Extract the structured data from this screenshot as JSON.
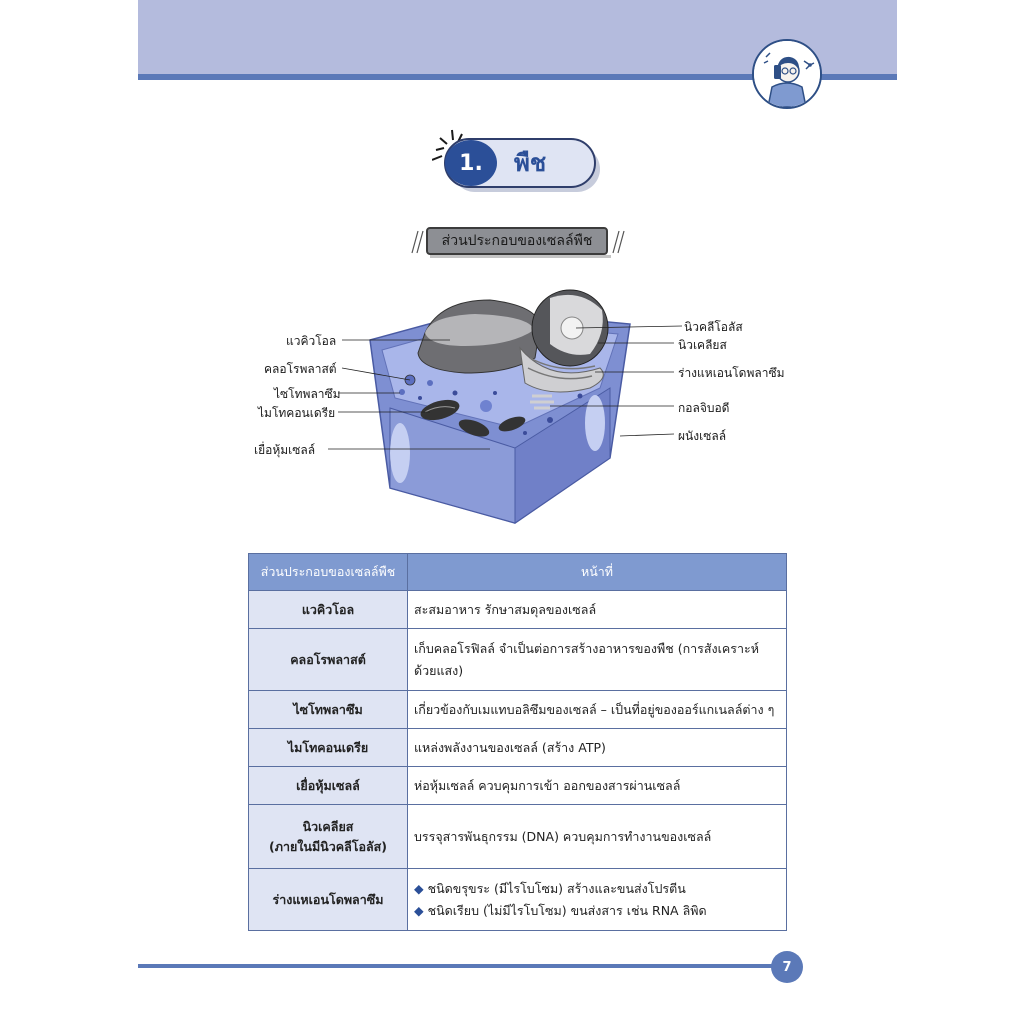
{
  "section": {
    "number": "1.",
    "title": "พืช"
  },
  "subtitle": "ส่วนประกอบของเซลล์พืช",
  "diagram_labels": {
    "vacuole": "แวคิวโอล",
    "chloroplast": "คลอโรพลาสต์",
    "cytoplasm": "ไซโทพลาซึม",
    "mitochondria": "ไมโทคอนเดรีย",
    "cell_membrane": "เยื่อหุ้มเซลล์",
    "nucleolus": "นิวคลีโอลัส",
    "nucleus": "นิวเคลียส",
    "er": "ร่างแหเอนโดพลาซึม",
    "golgi": "กอลจิบอดี",
    "cell_wall": "ผนังเซลล์"
  },
  "table": {
    "headers": [
      "ส่วนประกอบของเซลล์พืช",
      "หน้าที่"
    ],
    "rows": [
      {
        "part": "แวคิวโอล",
        "function": "สะสมอาหาร รักษาสมดุลของเซลล์"
      },
      {
        "part": "คลอโรพลาสต์",
        "function": "เก็บคลอโรฟิลล์ จำเป็นต่อการสร้างอาหารของพืช (การสังเคราะห์ด้วยแสง)"
      },
      {
        "part": "ไซโทพลาซึม",
        "function": "เกี่ยวข้องกับเมแทบอลิซึมของเซลล์ – เป็นที่อยู่ของออร์แกเนลล์ต่าง ๆ"
      },
      {
        "part": "ไมโทคอนเดรีย",
        "function": "แหล่งพลังงานของเซลล์ (สร้าง ATP)"
      },
      {
        "part": "เยื่อหุ้มเซลล์",
        "function": "ห่อหุ้มเซลล์ ควบคุมการเข้า ออกของสารผ่านเซลล์"
      },
      {
        "part": "นิวเคลียส",
        "part_sub": "(ภายในมีนิวคลีโอลัส)",
        "function": "บรรจุสารพันธุกรรม (DNA) ควบคุมการทำงานของเซลล์"
      },
      {
        "part": "ร่างแหเอนโดพลาซึม",
        "bullets": [
          "ชนิดขรุขระ (มีไรโบโซม) สร้างและขนส่งโปรตีน",
          "ชนิดเรียบ (ไม่มีไรโบโซม) ขนส่งสาร เช่น RNA ลิพิด"
        ]
      }
    ]
  },
  "page_number": "7",
  "colors": {
    "primary": "#2b4f98",
    "header": "#b4bbdd",
    "rule": "#5b79b8",
    "table_head": "#7f9ad0",
    "table_cell": "#dfe4f3"
  },
  "icons": [
    "scientist-avatar-icon",
    "burst-icon"
  ]
}
